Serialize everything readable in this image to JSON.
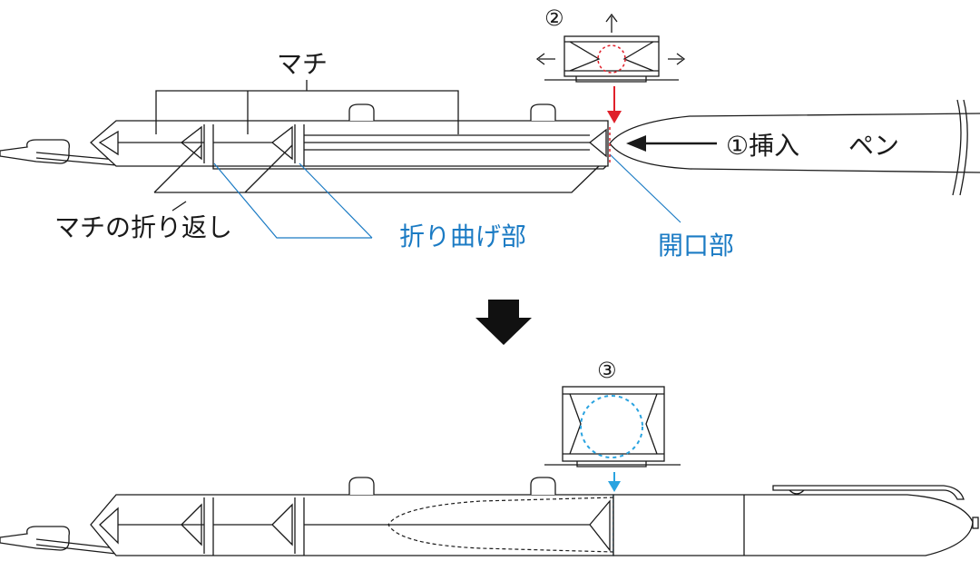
{
  "labels": {
    "gusset": "マチ",
    "gusset_fold": "マチの折り返し",
    "fold_part": "折り曲げ部",
    "opening": "開口部",
    "insert": "①挿入",
    "pen": "ペン",
    "step2": "②",
    "step3": "③"
  },
  "colors": {
    "accent_blue": "#1b7bc4",
    "arrow_red": "#e0202a",
    "dashed_blue": "#29a3e0"
  }
}
